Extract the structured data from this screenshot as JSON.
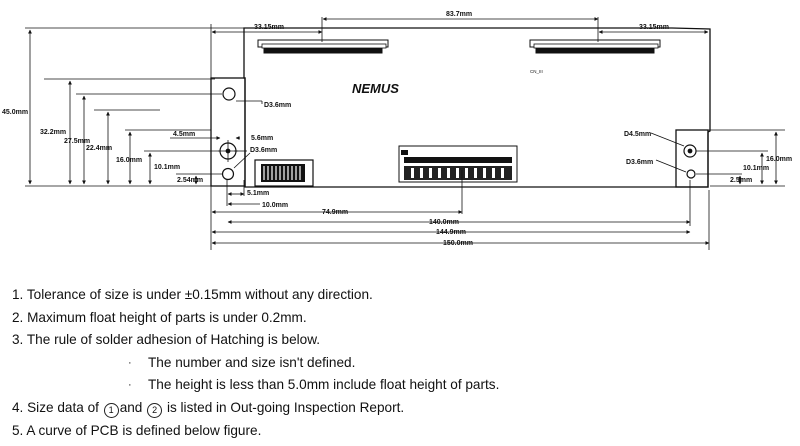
{
  "brand_logo": "NEMUS",
  "tiny_label": "CN_III",
  "dimensions": {
    "d1": "33.15mm",
    "d2": "83.7mm",
    "d3": "33.15mm",
    "d4": "45.0mm",
    "d5": "32.2mm",
    "d6": "27.5mm",
    "d7": "22.4mm",
    "d8": "16.0mm",
    "d9": "10.1mm",
    "d10": "2.54mm",
    "d11": "D3.6mm",
    "d12": "4.5mm",
    "d13": "5.6mm",
    "d14": "D3.6mm",
    "d15": "5.1mm",
    "d16": "10.0mm",
    "d17": "74.9mm",
    "d18": "140.0mm",
    "d19": "144.9mm",
    "d20": "150.0mm",
    "d21": "D4.5mm",
    "d22": "D3.6mm",
    "d23": "16.0mm",
    "d24": "10.1mm",
    "d25": "2.5mm"
  },
  "notes": {
    "n1": "1. Tolerance of size is under ±0.15mm without any direction.",
    "n2": "2. Maximum float height of parts is under 0.2mm.",
    "n3": "3. The rule of solder adhesion of Hatching is below.",
    "b1": "The number and size isn't defined.",
    "b2": "The height is less than 5.0mm include float height of parts.",
    "n4_pre": "4. Size data of",
    "circle1": "1",
    "n4_mid": "and",
    "circle2": "2",
    "n4_post": "is listed in Out-going Inspection Report.",
    "n5": "5. A curve of PCB is defined below figure.",
    "bullet": "·"
  }
}
